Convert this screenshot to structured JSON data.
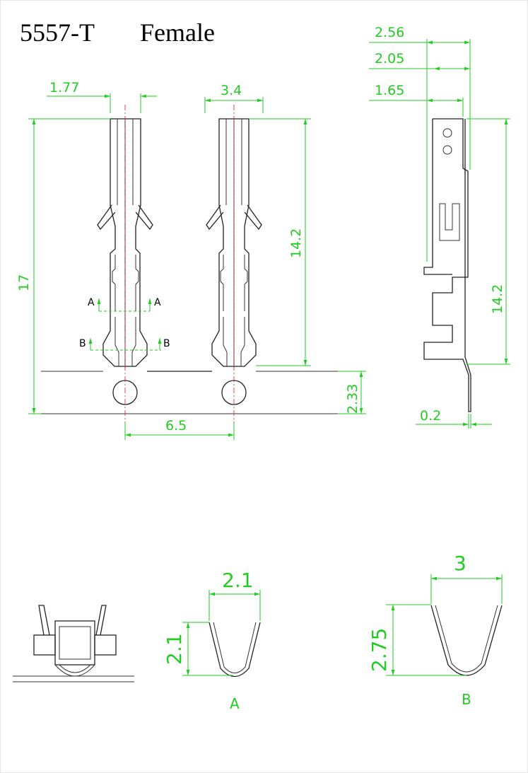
{
  "title": {
    "part_number": "5557-T",
    "gender": "Female"
  },
  "dimensions": {
    "d_1_77": "1.77",
    "d_3_4": "3.4",
    "d_17": "17",
    "d_14_2_front": "14.2",
    "d_2_33": "2.33",
    "d_6_5": "6.5",
    "d_2_56": "2.56",
    "d_2_05": "2.05",
    "d_1_65": "1.65",
    "d_14_2_side": "14.2",
    "d_0_2": "0.2",
    "d_2_1_width": "2.1",
    "d_2_1_height": "2.1",
    "d_3": "3",
    "d_2_75": "2.75"
  },
  "section_markers": {
    "a_left": "A",
    "a_right": "A",
    "b_left": "B",
    "b_right": "B"
  },
  "views": {
    "section_a": "A",
    "section_b": "B"
  },
  "colors": {
    "dimension": "#22cc22",
    "outline": "#222222",
    "centerline": "#cc2222"
  }
}
